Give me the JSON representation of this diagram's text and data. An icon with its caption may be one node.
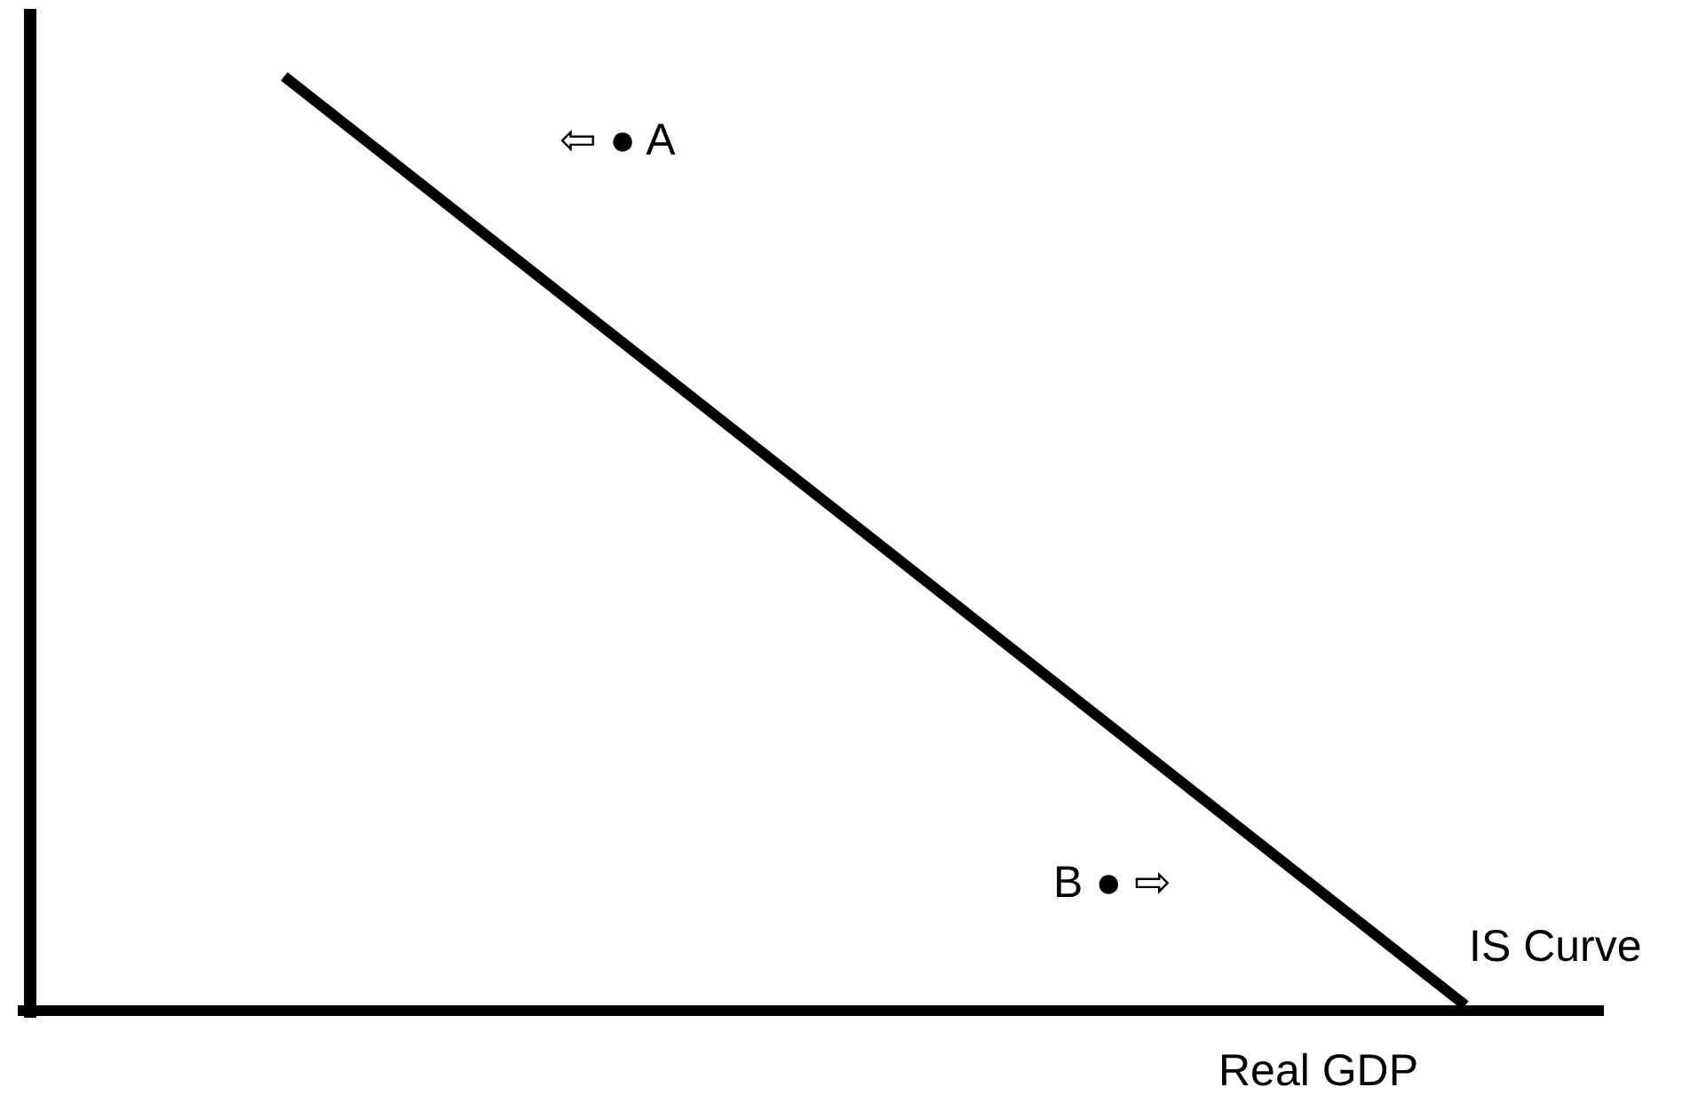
{
  "diagram": {
    "labels": [
      "⇦ ● A",
      "B ● ⇨",
      "IS Curve",
      "Real GDP"
    ]
  }
}
